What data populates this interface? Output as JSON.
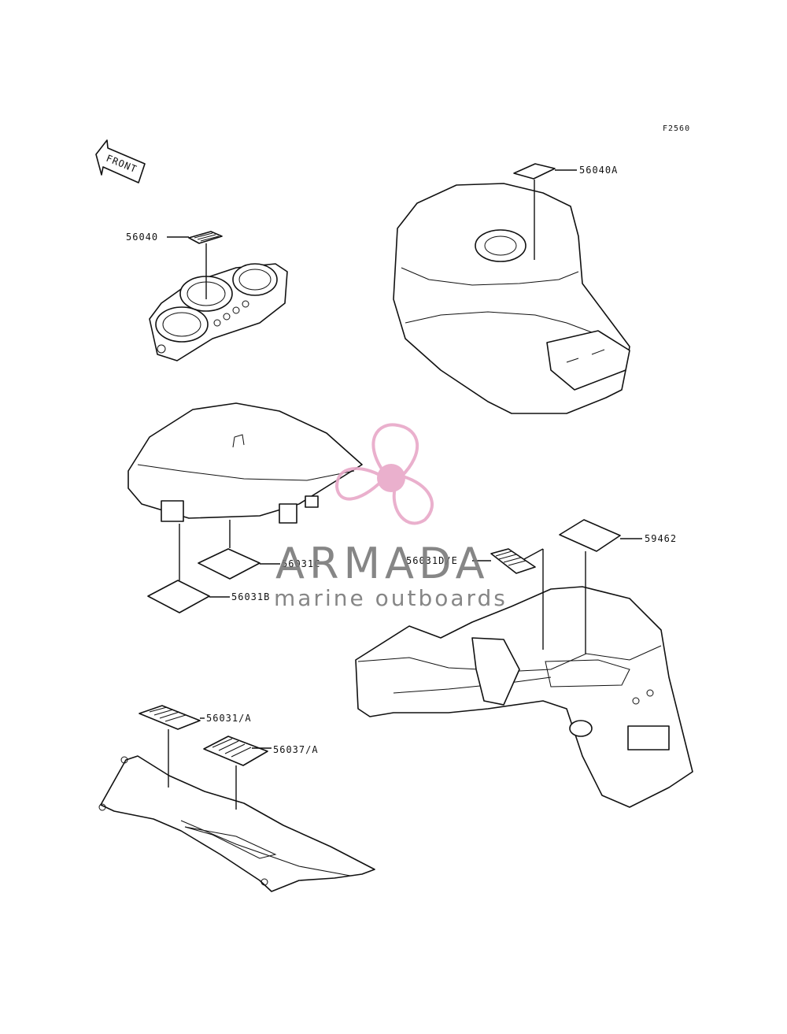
{
  "diagram_code": "F2560",
  "front_label": "FRONT",
  "callouts": {
    "c56040": "56040",
    "c56040A": "56040A",
    "c56031C": "56031C",
    "c56031B": "56031B",
    "c56031D_E": "56031D/E",
    "c59462": "59462",
    "c56031_A": "56031/A",
    "c56037_A": "56037/A"
  },
  "watermark": {
    "title": "ARMADA",
    "subtitle": "marine outboards",
    "color": "#e8a8c8",
    "text_color": "#7a7a7a"
  }
}
